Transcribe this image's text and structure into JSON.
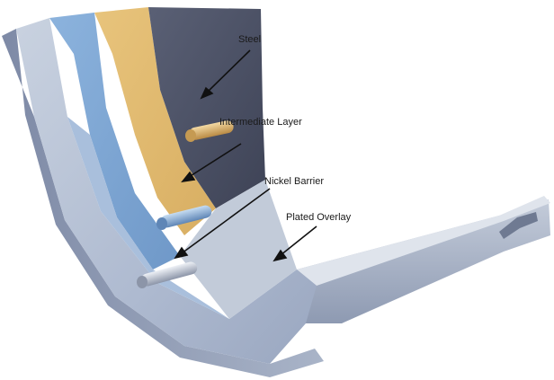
{
  "diagram": {
    "labels": {
      "steel": "Steel",
      "intermediate_line1": "Intermediate",
      "intermediate_line2": "Layer",
      "nickel_barrier": "Nickel Barrier",
      "plated_overlay": "Plated Overlay"
    },
    "colors": {
      "steel": "#4a5063",
      "intermediate": "#e0b86e",
      "nickel": "#7fa8d6",
      "overlay": "#b9c4d6",
      "arrow": "#111111"
    }
  }
}
